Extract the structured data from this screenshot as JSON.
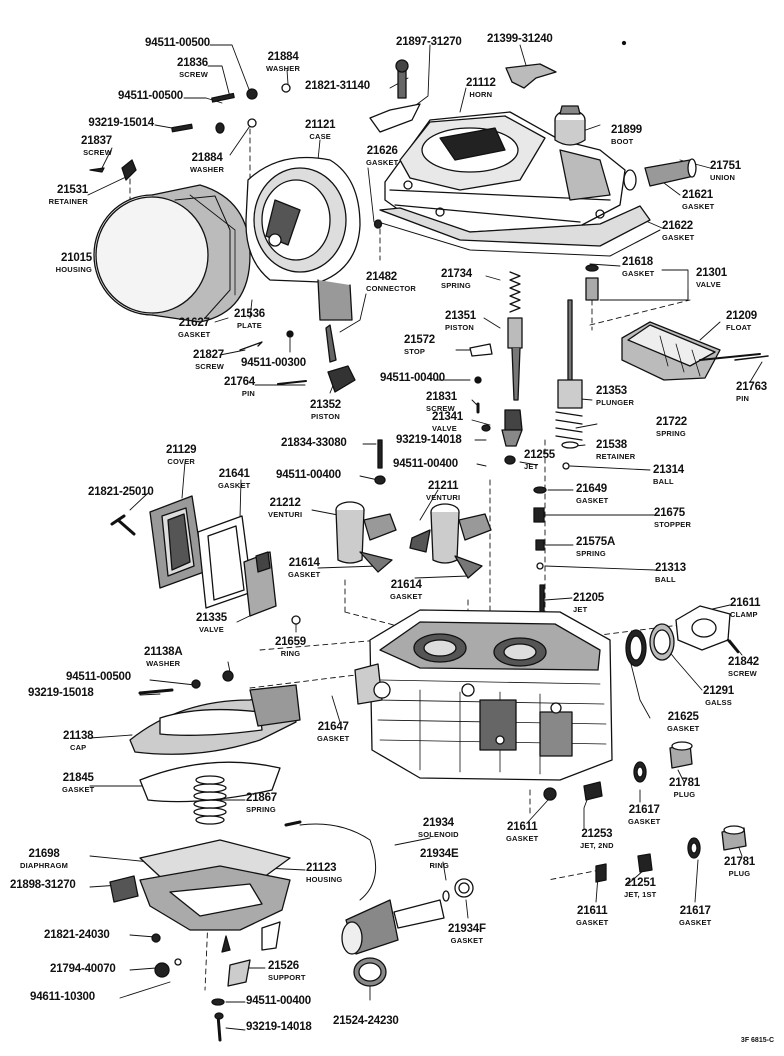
{
  "figure_code": "3F 6815-C",
  "callouts": [
    {
      "part": "94511-00500",
      "name": ""
    },
    {
      "part": "21836",
      "name": "SCREW"
    },
    {
      "part": "94511-00500",
      "name": ""
    },
    {
      "part": "93219-15014",
      "name": ""
    },
    {
      "part": "21837",
      "name": "SCREW"
    },
    {
      "part": "21531",
      "name": "RETAINER"
    },
    {
      "part": "21015",
      "name": "HOUSING"
    },
    {
      "part": "21884",
      "name": "WASHER"
    },
    {
      "part": "21884",
      "name": "WASHER"
    },
    {
      "part": "21821-31140",
      "name": ""
    },
    {
      "part": "21121",
      "name": "CASE"
    },
    {
      "part": "21626",
      "name": "GASKET"
    },
    {
      "part": "21897-31270",
      "name": ""
    },
    {
      "part": "21399-31240",
      "name": ""
    },
    {
      "part": "21112",
      "name": "HORN"
    },
    {
      "part": "21899",
      "name": "BOOT"
    },
    {
      "part": "21751",
      "name": "UNION"
    },
    {
      "part": "21621",
      "name": "GASKET"
    },
    {
      "part": "21622",
      "name": "GASKET"
    },
    {
      "part": "21618",
      "name": "GASKET"
    },
    {
      "part": "21301",
      "name": "VALVE"
    },
    {
      "part": "21209",
      "name": "FLOAT"
    },
    {
      "part": "21763",
      "name": "PIN"
    },
    {
      "part": "21627",
      "name": "GASKET"
    },
    {
      "part": "21536",
      "name": "PLATE"
    },
    {
      "part": "21482",
      "name": "CONNECTOR"
    },
    {
      "part": "21734",
      "name": "SPRING"
    },
    {
      "part": "21351",
      "name": "PISTON"
    },
    {
      "part": "21572",
      "name": "STOP"
    },
    {
      "part": "21827",
      "name": "SCREW"
    },
    {
      "part": "94511-00300",
      "name": ""
    },
    {
      "part": "21764",
      "name": "PIN"
    },
    {
      "part": "21352",
      "name": "PISTON"
    },
    {
      "part": "94511-00400",
      "name": ""
    },
    {
      "part": "21831",
      "name": "SCREW"
    },
    {
      "part": "21353",
      "name": "PLUNGER"
    },
    {
      "part": "21722",
      "name": "SPRING"
    },
    {
      "part": "21341",
      "name": "VALVE"
    },
    {
      "part": "93219-14018",
      "name": ""
    },
    {
      "part": "21538",
      "name": "RETAINER"
    },
    {
      "part": "21834-33080",
      "name": ""
    },
    {
      "part": "21255",
      "name": "JET"
    },
    {
      "part": "21314",
      "name": "BALL"
    },
    {
      "part": "94511-00400",
      "name": ""
    },
    {
      "part": "94511-00400",
      "name": ""
    },
    {
      "part": "21129",
      "name": "COVER"
    },
    {
      "part": "21641",
      "name": "GASKET"
    },
    {
      "part": "21211",
      "name": "VENTURI"
    },
    {
      "part": "21649",
      "name": "GASKET"
    },
    {
      "part": "21821-25010",
      "name": ""
    },
    {
      "part": "21212",
      "name": "VENTURI"
    },
    {
      "part": "21675",
      "name": "STOPPER"
    },
    {
      "part": "21575A",
      "name": "SPRING"
    },
    {
      "part": "21614",
      "name": "GASKET"
    },
    {
      "part": "21313",
      "name": "BALL"
    },
    {
      "part": "21614",
      "name": "GASKET"
    },
    {
      "part": "21205",
      "name": "JET"
    },
    {
      "part": "21335",
      "name": "VALVE"
    },
    {
      "part": "21611",
      "name": "CLAMP"
    },
    {
      "part": "21659",
      "name": "RING"
    },
    {
      "part": "21842",
      "name": "SCREW"
    },
    {
      "part": "21138A",
      "name": "WASHER"
    },
    {
      "part": "94511-00500",
      "name": ""
    },
    {
      "part": "93219-15018",
      "name": ""
    },
    {
      "part": "21291",
      "name": "GALSS"
    },
    {
      "part": "21647",
      "name": "GASKET"
    },
    {
      "part": "21625",
      "name": "GASKET"
    },
    {
      "part": "21138",
      "name": "CAP"
    },
    {
      "part": "21781",
      "name": "PLUG"
    },
    {
      "part": "21845",
      "name": "GASKET"
    },
    {
      "part": "21867",
      "name": "SPRING"
    },
    {
      "part": "21617",
      "name": "GASKET"
    },
    {
      "part": "21611",
      "name": "GASKET"
    },
    {
      "part": "21253",
      "name": "JET, 2ND"
    },
    {
      "part": "21934",
      "name": "SOLENOID"
    },
    {
      "part": "21698",
      "name": "DIAPHRAGM"
    },
    {
      "part": "21123",
      "name": "HOUSING"
    },
    {
      "part": "21934E",
      "name": "RING"
    },
    {
      "part": "21781",
      "name": "PLUG"
    },
    {
      "part": "21898-31270",
      "name": ""
    },
    {
      "part": "21251",
      "name": "JET, 1ST"
    },
    {
      "part": "21611",
      "name": "GASKET"
    },
    {
      "part": "21617",
      "name": "GASKET"
    },
    {
      "part": "21934F",
      "name": "GASKET"
    },
    {
      "part": "21821-24030",
      "name": ""
    },
    {
      "part": "21526",
      "name": "SUPPORT"
    },
    {
      "part": "21794-40070",
      "name": ""
    },
    {
      "part": "94611-10300",
      "name": ""
    },
    {
      "part": "94511-00400",
      "name": ""
    },
    {
      "part": "93219-14018",
      "name": ""
    },
    {
      "part": "21524-24230",
      "name": ""
    }
  ]
}
